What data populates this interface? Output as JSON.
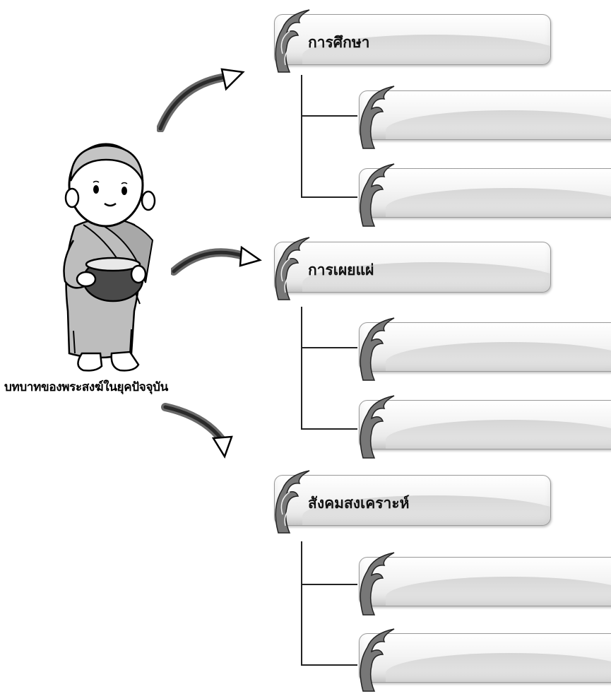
{
  "center": {
    "caption": "บทบาทของพระสงฆ์ในยุคปัจจุบัน"
  },
  "categories": [
    {
      "label": "การศึกษา"
    },
    {
      "label": "การเผยแผ่"
    },
    {
      "label": "สังคมสงเคราะห์"
    }
  ],
  "colors": {
    "line": "#222222",
    "box_border": "#9a9a9a",
    "monk_robe": "#bdbdbd",
    "bowl": "#4a4a4a"
  },
  "icons": [
    "monk-illustration",
    "curved-arrow-icon",
    "thai-flame-ornament-icon"
  ]
}
